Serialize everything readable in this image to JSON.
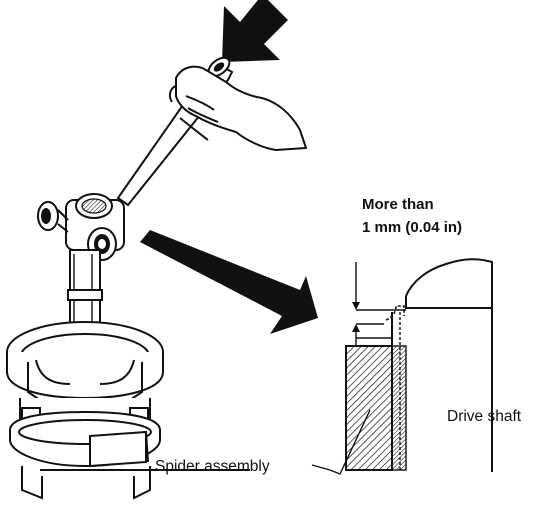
{
  "labels": {
    "clearance_line1": "More than",
    "clearance_line2": "1 mm (0.04 in)",
    "drive_shaft": "Drive shaft",
    "spider_assembly": "Spider assembly"
  },
  "colors": {
    "ink": "#111111",
    "paper": "#ffffff"
  }
}
